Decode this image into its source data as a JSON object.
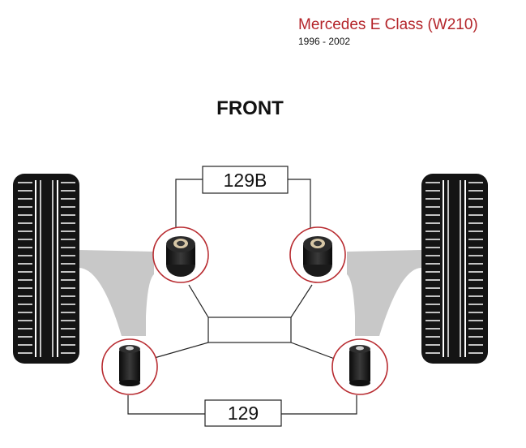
{
  "header": {
    "title": "Mercedes E Class (W210)",
    "years": "1996 - 2002"
  },
  "front_label": "FRONT",
  "parts": {
    "upper": "129B",
    "lower": "129"
  },
  "colors": {
    "title": "#b4252a",
    "circle_outline": "#b82b30",
    "arm_fill": "#c8c8c8",
    "tyre": "#141414"
  }
}
